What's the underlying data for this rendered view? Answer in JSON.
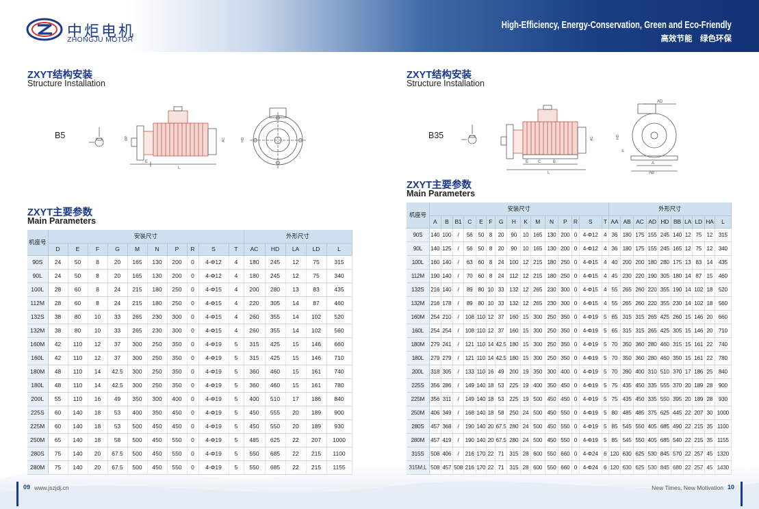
{
  "header": {
    "logo_cn": "中炬电机",
    "logo_en": "ZHONGJU MOTOR",
    "slogan_en": "High-Efficiency, Energy-Conservation, Green and Eco-Friendly",
    "slogan_cn": "高效节能　绿色环保"
  },
  "left": {
    "structure_title_cn": "ZXYT结构安装",
    "structure_title_en": "Structure Installation",
    "mount_label": "B5",
    "params_title_cn": "ZXYT主要参数",
    "params_title_en": "Main Parameters",
    "table": {
      "frame_header": "机座号",
      "group_headers": [
        "安装尺寸",
        "外形尺寸"
      ],
      "columns": [
        "D",
        "E",
        "F",
        "G",
        "M",
        "N",
        "P",
        "R",
        "S",
        "T",
        "AC",
        "HD",
        "LA",
        "LD",
        "L"
      ],
      "rows": [
        [
          "90S",
          "24",
          "50",
          "8",
          "20",
          "165",
          "130",
          "200",
          "0",
          "4-Φ12",
          "4",
          "180",
          "245",
          "12",
          "75",
          "315"
        ],
        [
          "90L",
          "24",
          "50",
          "8",
          "20",
          "165",
          "130",
          "200",
          "0",
          "4-Φ12",
          "4",
          "180",
          "245",
          "12",
          "75",
          "340"
        ],
        [
          "100L",
          "28",
          "60",
          "8",
          "24",
          "215",
          "180",
          "250",
          "0",
          "4-Φ15",
          "4",
          "200",
          "280",
          "13",
          "83",
          "435"
        ],
        [
          "112M",
          "28",
          "60",
          "8",
          "24",
          "215",
          "180",
          "250",
          "0",
          "4-Φ15",
          "4",
          "220",
          "305",
          "14",
          "87",
          "460"
        ],
        [
          "132S",
          "38",
          "80",
          "10",
          "33",
          "265",
          "230",
          "300",
          "0",
          "4-Φ15",
          "4",
          "260",
          "355",
          "14",
          "102",
          "520"
        ],
        [
          "132M",
          "38",
          "80",
          "10",
          "33",
          "265",
          "230",
          "300",
          "0",
          "4-Φ15",
          "4",
          "260",
          "355",
          "14",
          "102",
          "560"
        ],
        [
          "160M",
          "42",
          "110",
          "12",
          "37",
          "300",
          "250",
          "350",
          "0",
          "4-Φ19",
          "5",
          "315",
          "425",
          "15",
          "146",
          "660"
        ],
        [
          "160L",
          "42",
          "110",
          "12",
          "37",
          "300",
          "250",
          "350",
          "0",
          "4-Φ19",
          "5",
          "315",
          "425",
          "15",
          "146",
          "710"
        ],
        [
          "180M",
          "48",
          "110",
          "14",
          "42.5",
          "300",
          "250",
          "350",
          "0",
          "4-Φ19",
          "5",
          "360",
          "460",
          "15",
          "161",
          "740"
        ],
        [
          "180L",
          "48",
          "110",
          "14",
          "42.5",
          "300",
          "250",
          "350",
          "0",
          "4-Φ19",
          "5",
          "360",
          "460",
          "15",
          "161",
          "780"
        ],
        [
          "200L",
          "55",
          "110",
          "16",
          "49",
          "350",
          "300",
          "400",
          "0",
          "4-Φ19",
          "5",
          "400",
          "510",
          "17",
          "186",
          "840"
        ],
        [
          "225S",
          "60",
          "140",
          "18",
          "53",
          "400",
          "350",
          "450",
          "0",
          "4-Φ19",
          "5",
          "450",
          "555",
          "20",
          "189",
          "900"
        ],
        [
          "225M",
          "60",
          "140",
          "18",
          "53",
          "500",
          "450",
          "450",
          "0",
          "4-Φ19",
          "5",
          "450",
          "550",
          "20",
          "189",
          "930"
        ],
        [
          "250M",
          "65",
          "140",
          "18",
          "58",
          "500",
          "450",
          "550",
          "0",
          "4-Φ19",
          "5",
          "485",
          "625",
          "22",
          "207",
          "1000"
        ],
        [
          "280S",
          "75",
          "140",
          "20",
          "67.5",
          "500",
          "450",
          "550",
          "0",
          "4-Φ19",
          "5",
          "550",
          "685",
          "22",
          "215",
          "1100"
        ],
        [
          "280M",
          "75",
          "140",
          "20",
          "67.5",
          "500",
          "450",
          "550",
          "0",
          "4-Φ19",
          "5",
          "550",
          "685",
          "22",
          "215",
          "1155"
        ]
      ]
    }
  },
  "right": {
    "structure_title_cn": "ZXYT结构安装",
    "structure_title_en": "Structure Installation",
    "mount_label": "B35",
    "params_title_cn": "ZXYT主要参数",
    "params_title_en": "Main Parameters",
    "table": {
      "frame_header": "机座号",
      "group_headers": [
        "安装尺寸",
        "外形尺寸"
      ],
      "columns": [
        "A",
        "B",
        "B1",
        "C",
        "E",
        "F",
        "G",
        "H",
        "K",
        "M",
        "N",
        "P",
        "R",
        "S",
        "T",
        "AA",
        "AB",
        "AC",
        "AD",
        "HD",
        "BB",
        "LA",
        "LD",
        "HA",
        "L"
      ],
      "rows": [
        [
          "90S",
          "140",
          "100",
          "/",
          "56",
          "50",
          "8",
          "20",
          "90",
          "10",
          "165",
          "130",
          "200",
          "0",
          "4-Φ12",
          "4",
          "36",
          "180",
          "175",
          "155",
          "245",
          "140",
          "12",
          "75",
          "12",
          "315"
        ],
        [
          "90L",
          "140",
          "125",
          "/",
          "56",
          "50",
          "8",
          "20",
          "90",
          "10",
          "165",
          "130",
          "200",
          "0",
          "4-Φ12",
          "4",
          "36",
          "180",
          "175",
          "155",
          "245",
          "165",
          "12",
          "75",
          "12",
          "340"
        ],
        [
          "100L",
          "160",
          "140",
          "/",
          "63",
          "60",
          "8",
          "24",
          "100",
          "12",
          "215",
          "180",
          "250",
          "0",
          "4-Φ15",
          "4",
          "40",
          "200",
          "200",
          "180",
          "280",
          "175",
          "13",
          "83",
          "14",
          "435"
        ],
        [
          "112M",
          "190",
          "140",
          "/",
          "70",
          "60",
          "8",
          "24",
          "112",
          "12",
          "215",
          "180",
          "250",
          "0",
          "4-Φ15",
          "4",
          "45",
          "230",
          "220",
          "190",
          "305",
          "180",
          "14",
          "87",
          "15",
          "460"
        ],
        [
          "132S",
          "216",
          "140",
          "/",
          "89",
          "80",
          "10",
          "33",
          "132",
          "12",
          "265",
          "230",
          "300",
          "0",
          "4-Φ15",
          "4",
          "55",
          "265",
          "260",
          "220",
          "355",
          "190",
          "14",
          "102",
          "18",
          "520"
        ],
        [
          "132M",
          "216",
          "178",
          "/",
          "89",
          "80",
          "10",
          "33",
          "132",
          "12",
          "265",
          "230",
          "300",
          "0",
          "4-Φ15",
          "4",
          "55",
          "265",
          "260",
          "220",
          "355",
          "230",
          "14",
          "102",
          "18",
          "560"
        ],
        [
          "160M",
          "254",
          "210",
          "/",
          "108",
          "110",
          "12",
          "37",
          "160",
          "15",
          "300",
          "250",
          "350",
          "0",
          "4-Φ19",
          "5",
          "65",
          "315",
          "315",
          "265",
          "425",
          "260",
          "15",
          "146",
          "20",
          "660"
        ],
        [
          "160L",
          "254",
          "254",
          "/",
          "108",
          "110",
          "12",
          "37",
          "160",
          "15",
          "300",
          "250",
          "350",
          "0",
          "4-Φ19",
          "5",
          "65",
          "315",
          "315",
          "265",
          "425",
          "305",
          "15",
          "146",
          "20",
          "710"
        ],
        [
          "180M",
          "279",
          "241",
          "/",
          "121",
          "110",
          "14",
          "42.5",
          "180",
          "15",
          "300",
          "250",
          "350",
          "0",
          "4-Φ19",
          "5",
          "70",
          "350",
          "360",
          "280",
          "460",
          "315",
          "15",
          "161",
          "22",
          "740"
        ],
        [
          "180L",
          "279",
          "279",
          "/",
          "121",
          "110",
          "14",
          "42.5",
          "180",
          "15",
          "300",
          "250",
          "350",
          "0",
          "4-Φ19",
          "5",
          "70",
          "350",
          "360",
          "280",
          "460",
          "350",
          "15",
          "161",
          "22",
          "780"
        ],
        [
          "200L",
          "318",
          "305",
          "/",
          "133",
          "110",
          "16",
          "49",
          "200",
          "19",
          "350",
          "300",
          "400",
          "0",
          "4-Φ19",
          "5",
          "70",
          "390",
          "400",
          "310",
          "510",
          "370",
          "17",
          "186",
          "25",
          "840"
        ],
        [
          "225S",
          "356",
          "286",
          "/",
          "149",
          "140",
          "18",
          "53",
          "225",
          "19",
          "400",
          "350",
          "450",
          "0",
          "4-Φ19",
          "5",
          "75",
          "435",
          "450",
          "335",
          "555",
          "370",
          "20",
          "189",
          "28",
          "900"
        ],
        [
          "225M",
          "356",
          "311",
          "/",
          "149",
          "140",
          "18",
          "53",
          "225",
          "19",
          "500",
          "450",
          "450",
          "0",
          "4-Φ19",
          "5",
          "75",
          "435",
          "450",
          "335",
          "550",
          "395",
          "20",
          "189",
          "28",
          "930"
        ],
        [
          "250M",
          "406",
          "349",
          "/",
          "168",
          "140",
          "18",
          "58",
          "250",
          "24",
          "500",
          "450",
          "550",
          "0",
          "4-Φ19",
          "5",
          "80",
          "485",
          "485",
          "375",
          "625",
          "445",
          "22",
          "207",
          "30",
          "1000"
        ],
        [
          "280S",
          "457",
          "368",
          "/",
          "190",
          "140",
          "20",
          "67.5",
          "280",
          "24",
          "500",
          "450",
          "550",
          "0",
          "4-Φ19",
          "5",
          "85",
          "545",
          "550",
          "405",
          "685",
          "490",
          "22",
          "215",
          "35",
          "1100"
        ],
        [
          "280M",
          "457",
          "419",
          "/",
          "190",
          "140",
          "20",
          "67.5",
          "280",
          "24",
          "500",
          "450",
          "550",
          "0",
          "4-Φ19",
          "5",
          "85",
          "545",
          "550",
          "405",
          "685",
          "540",
          "22",
          "215",
          "35",
          "1155"
        ],
        [
          "315S",
          "508",
          "406",
          "/",
          "216",
          "170",
          "22",
          "71",
          "315",
          "28",
          "600",
          "550",
          "660",
          "0",
          "4-Φ24",
          "6",
          "120",
          "630",
          "625",
          "530",
          "845",
          "570",
          "22",
          "257",
          "45",
          "1320"
        ],
        [
          "315M,L",
          "508",
          "457",
          "508",
          "216",
          "170",
          "22",
          "71",
          "315",
          "28",
          "600",
          "550",
          "660",
          "0",
          "4-Φ24",
          "6",
          "120",
          "630",
          "625",
          "530",
          "845",
          "680",
          "22",
          "257",
          "45",
          "1430"
        ]
      ]
    }
  },
  "footer": {
    "left_page": "09",
    "website": "www.jszjdj.cn",
    "motto": "New Times, New Motivation",
    "right_page": "10"
  },
  "colors": {
    "brand_blue": "#1c3a8c",
    "table_header_bg": "#cfe0ef",
    "motor_red": "#c9564a"
  },
  "icons": [
    "zhongju-logo-icon"
  ]
}
